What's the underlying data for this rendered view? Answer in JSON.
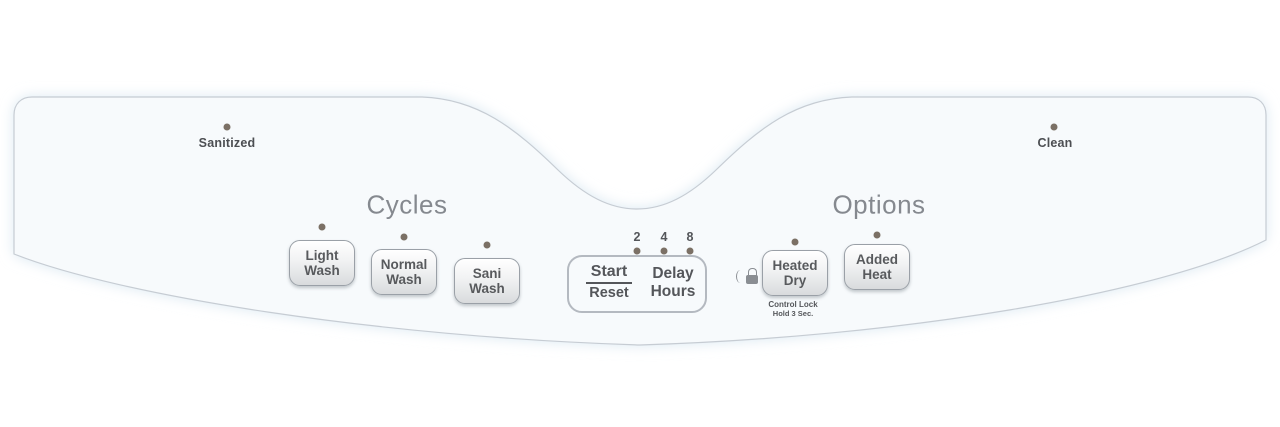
{
  "indicators": {
    "sanitized": "Sanitized",
    "clean": "Clean"
  },
  "sections": {
    "cycles": "Cycles",
    "options": "Options"
  },
  "cycle_buttons": [
    {
      "line1": "Light",
      "line2": "Wash"
    },
    {
      "line1": "Normal",
      "line2": "Wash"
    },
    {
      "line1": "Sani",
      "line2": "Wash"
    }
  ],
  "option_buttons": [
    {
      "line1": "Heated",
      "line2": "Dry"
    },
    {
      "line1": "Added",
      "line2": "Heat"
    }
  ],
  "start_reset": {
    "start": "Start",
    "reset": "Reset"
  },
  "delay_hours": {
    "line1": "Delay",
    "line2": "Hours",
    "values": [
      "2",
      "4",
      "8"
    ]
  },
  "control_lock": {
    "line1": "Control Lock",
    "line2": "Hold 3 Sec."
  },
  "colors": {
    "panel_fill": "#f7fafc",
    "panel_border": "#c6ccd3",
    "led": "#7b7065",
    "text": "#54565a",
    "heading": "#85898f"
  }
}
